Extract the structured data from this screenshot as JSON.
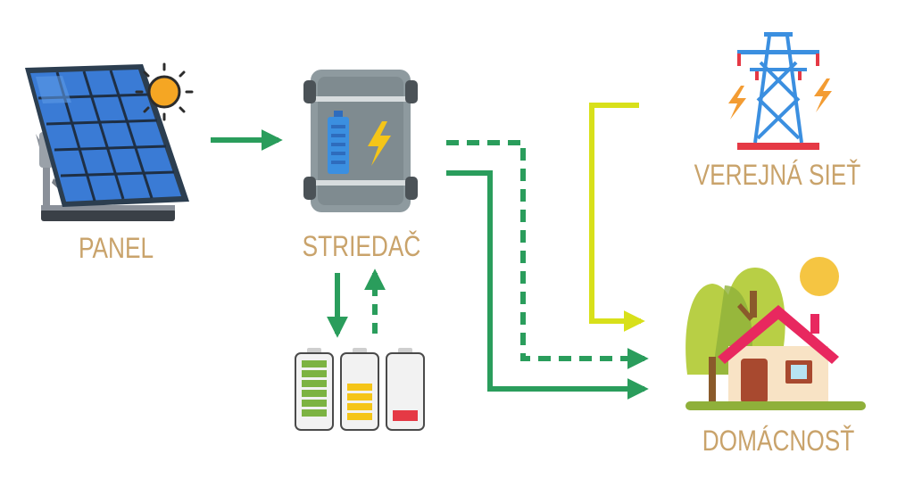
{
  "nodes": {
    "panel": {
      "label": "PANEL"
    },
    "inverter": {
      "label": "STRIEDAČ"
    },
    "grid": {
      "label": "VEREJNÁ SIEŤ"
    },
    "household": {
      "label": "DOMÁCNOSŤ"
    }
  },
  "colors": {
    "label": "#c9a36b",
    "green_flow": "#2a9d5c",
    "grid_flow": "#d8e01a"
  }
}
